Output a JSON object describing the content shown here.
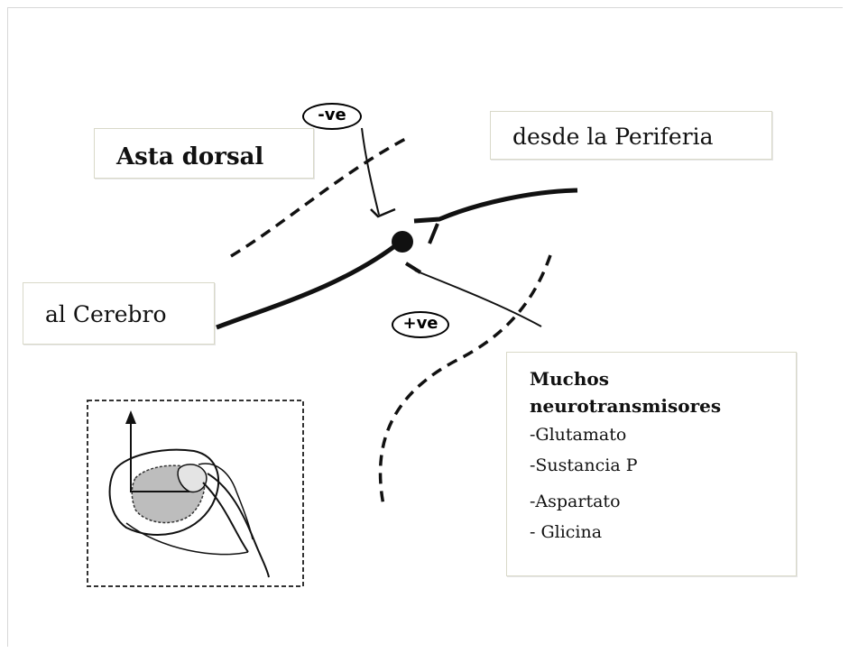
{
  "labels": {
    "asta_dorsal": "Asta dorsal",
    "periferia": "desde la Periferia",
    "cerebro": "al Cerebro"
  },
  "signs": {
    "negative": "-ve",
    "positive": "+ve"
  },
  "neurotransmitters": {
    "title": "Muchos neurotransmisores",
    "items": [
      "-Glutamato",
      "-Sustancia P",
      "-Aspartato",
      "- Glicina"
    ]
  },
  "colors": {
    "line": "#111111",
    "box_border": "#d9d9c9",
    "grey_matter": "#bdbdbd"
  }
}
